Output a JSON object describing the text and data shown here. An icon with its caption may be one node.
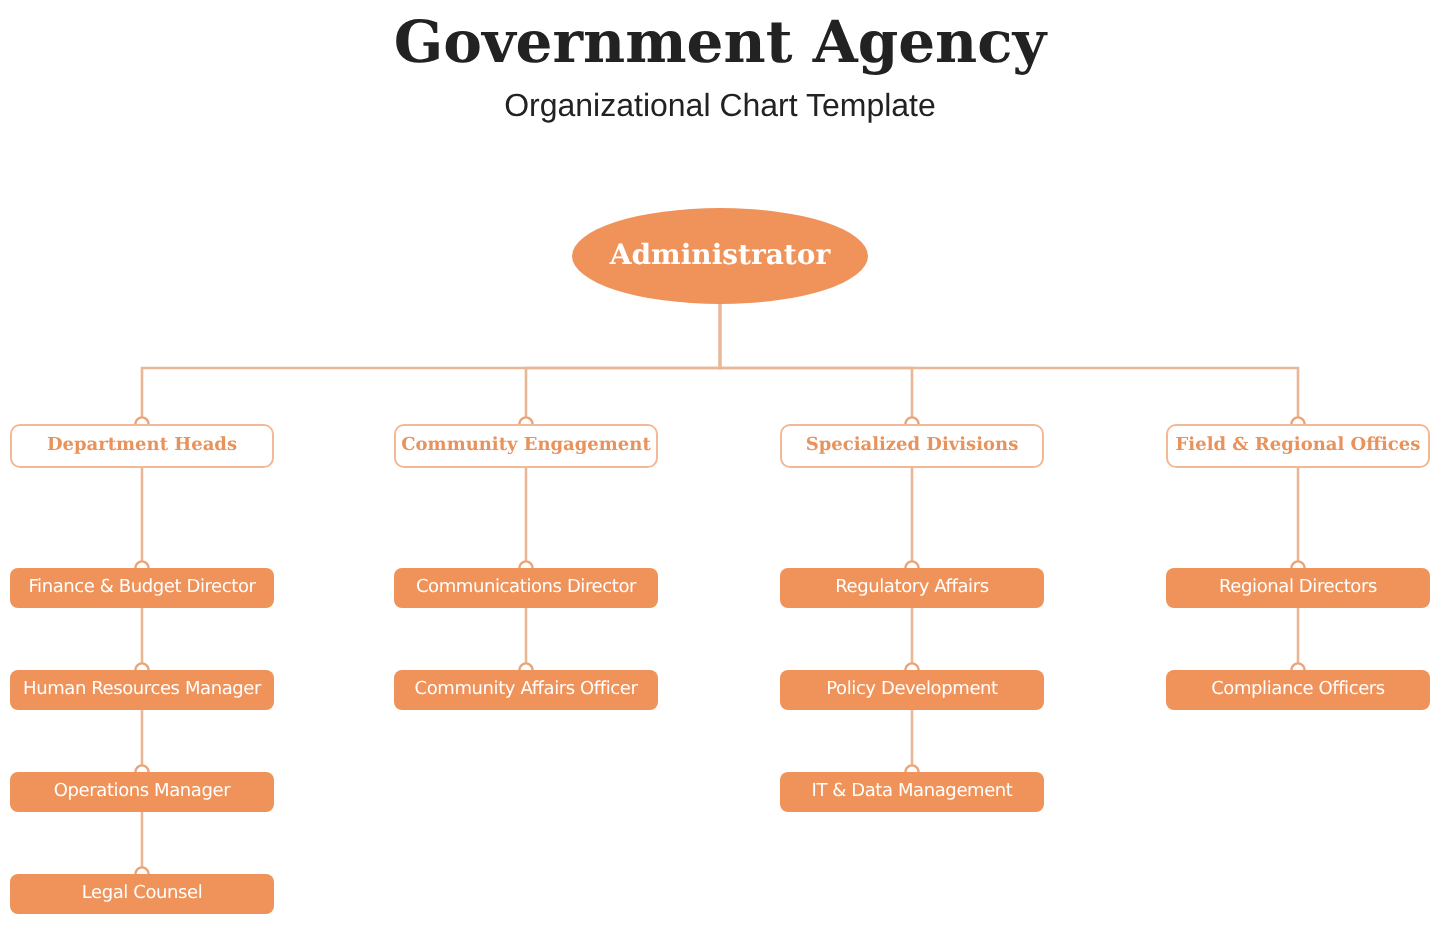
{
  "diagram": {
    "title": "Government Agency",
    "labels": [
      "Organizational Chart Template"
    ],
    "nodes": [
      {
        "text": [
          "Administrator"
        ]
      },
      {
        "text": [
          "Department Heads"
        ]
      },
      {
        "text": [
          "Community Engagement"
        ]
      },
      {
        "text": [
          "Specialized Divisions"
        ]
      },
      {
        "text": [
          "Field & Regional Offices"
        ]
      },
      {
        "text": [
          "Finance & Budget Director"
        ]
      },
      {
        "text": [
          "Human Resources Manager"
        ]
      },
      {
        "text": [
          "Operations Manager"
        ]
      },
      {
        "text": [
          "Legal Counsel"
        ]
      },
      {
        "text": [
          "Communications Director"
        ]
      },
      {
        "text": [
          "Community Affairs Officer"
        ]
      },
      {
        "text": [
          "Regulatory Affairs"
        ]
      },
      {
        "text": [
          "Policy Development"
        ]
      },
      {
        "text": [
          "IT & Data Management"
        ]
      },
      {
        "text": [
          "Regional Directors"
        ]
      },
      {
        "text": [
          "Compliance Officers"
        ]
      }
    ],
    "edges": [
      {
        "from": 0,
        "to": 1,
        "arrow": "other"
      },
      {
        "from": 0,
        "to": 2,
        "arrow": "other"
      },
      {
        "from": 0,
        "to": 3,
        "arrow": "other"
      },
      {
        "from": 0,
        "to": 4,
        "arrow": "other"
      },
      {
        "from": 1,
        "to": 5,
        "arrow": "other"
      },
      {
        "from": 5,
        "to": 6,
        "arrow": "other"
      },
      {
        "from": 6,
        "to": 7,
        "arrow": "other"
      },
      {
        "from": 7,
        "to": 8,
        "arrow": "other"
      },
      {
        "from": 2,
        "to": 9,
        "arrow": "other"
      },
      {
        "from": 9,
        "to": 10,
        "arrow": "other"
      },
      {
        "from": 3,
        "to": 11,
        "arrow": "other"
      },
      {
        "from": 11,
        "to": 12,
        "arrow": "other"
      },
      {
        "from": 12,
        "to": 13,
        "arrow": "other"
      },
      {
        "from": 4,
        "to": 14,
        "arrow": "other"
      },
      {
        "from": 14,
        "to": 15,
        "arrow": "other"
      }
    ]
  }
}
